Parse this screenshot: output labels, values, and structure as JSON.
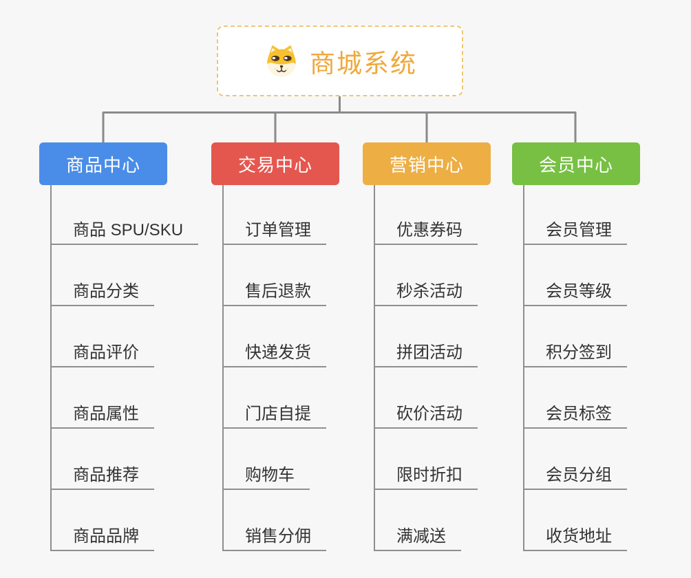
{
  "root": {
    "title": "商城系统",
    "icon": "dog-face-icon",
    "text_color": "#efa83c",
    "border_color": "#f1c573",
    "background": "#ffffff"
  },
  "canvas_background": "#f7f7f7",
  "connector_color": "#8a8a8a",
  "leaf_line_color": "#8e8e8e",
  "leaf_text_color": "#333333",
  "branches": [
    {
      "label": "商品中心",
      "color": "#4a8de8",
      "children": [
        "商品 SPU/SKU",
        "商品分类",
        "商品评价",
        "商品属性",
        "商品推荐",
        "商品品牌"
      ]
    },
    {
      "label": "交易中心",
      "color": "#e4574f",
      "children": [
        "订单管理",
        "售后退款",
        "快递发货",
        "门店自提",
        "购物车",
        "销售分佣"
      ]
    },
    {
      "label": "营销中心",
      "color": "#edae44",
      "children": [
        "优惠券码",
        "秒杀活动",
        "拼团活动",
        "砍价活动",
        "限时折扣",
        "满减送"
      ]
    },
    {
      "label": "会员中心",
      "color": "#77c043",
      "children": [
        "会员管理",
        "会员等级",
        "积分签到",
        "会员标签",
        "会员分组",
        "收货地址"
      ]
    }
  ]
}
